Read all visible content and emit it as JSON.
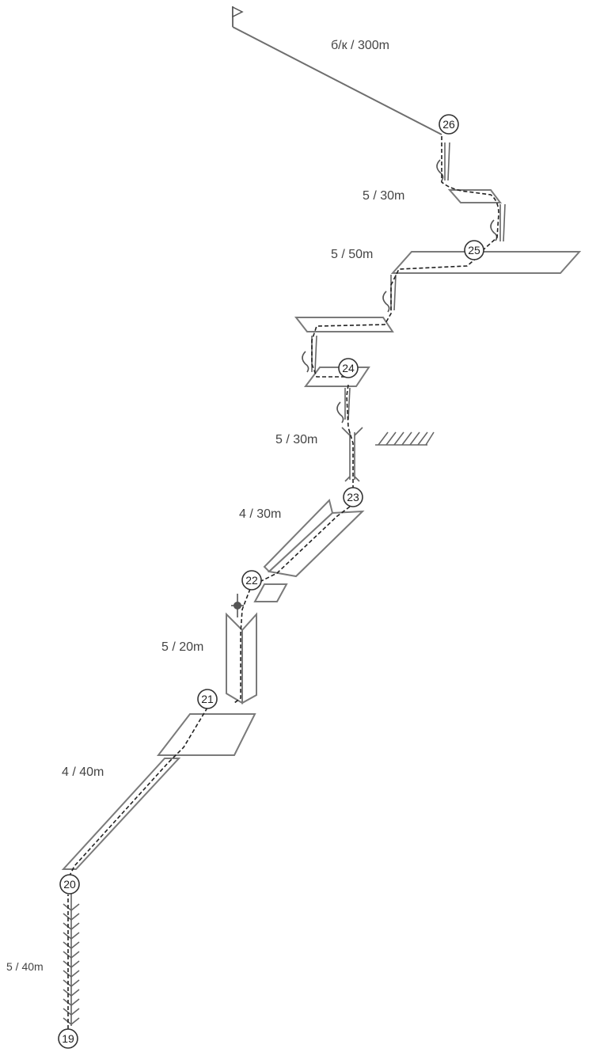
{
  "route": {
    "summit_marker": "flag-icon",
    "stations": [
      {
        "id": "19",
        "label": "19"
      },
      {
        "id": "20",
        "label": "20"
      },
      {
        "id": "21",
        "label": "21"
      },
      {
        "id": "22",
        "label": "22"
      },
      {
        "id": "23",
        "label": "23"
      },
      {
        "id": "24",
        "label": "24"
      },
      {
        "id": "25",
        "label": "25"
      },
      {
        "id": "26",
        "label": "26"
      }
    ],
    "pitches": [
      {
        "from": "19",
        "to": "20",
        "label": "5 / 40m"
      },
      {
        "from": "20",
        "to": "21",
        "label": "4 / 40m"
      },
      {
        "from": "21",
        "to": "22",
        "label": "5 / 20m"
      },
      {
        "from": "22",
        "to": "23",
        "label": "4 / 30m"
      },
      {
        "from": "23",
        "to": "24",
        "label": "5 / 30m"
      },
      {
        "from": "24",
        "to": "25",
        "label": "5 / 50m"
      },
      {
        "from": "25",
        "to": "26",
        "label": "5 / 30m"
      },
      {
        "from": "26",
        "to": "summit",
        "label": "б/к / 300m"
      }
    ]
  }
}
